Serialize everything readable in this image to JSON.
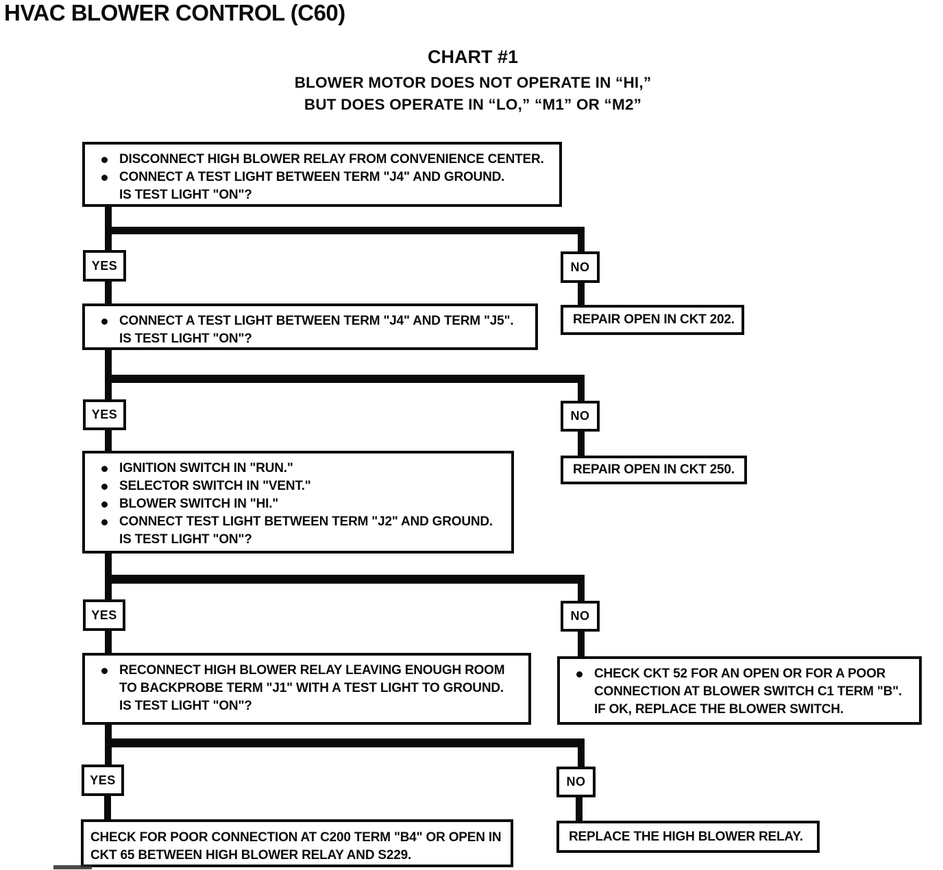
{
  "page_title": "HVAC BLOWER CONTROL (C60)",
  "chart_header": {
    "title": "CHART #1",
    "subtitle_line1": "BLOWER MOTOR DOES NOT OPERATE IN “HI,”",
    "subtitle_line2": "BUT DOES OPERATE IN “LO,” “M1” OR “M2”"
  },
  "labels": {
    "yes": "YES",
    "no": "NO"
  },
  "nodes": {
    "step1": {
      "bullets": [
        "DISCONNECT HIGH BLOWER RELAY FROM CONVENIENCE CENTER.",
        "CONNECT A TEST LIGHT BETWEEN TERM \"J4\" AND GROUND."
      ],
      "question": "IS TEST LIGHT \"ON\"?"
    },
    "step2": {
      "bullets": [
        "CONNECT A TEST LIGHT BETWEEN TERM \"J4\" AND TERM \"J5\"."
      ],
      "question": "IS TEST LIGHT \"ON\"?"
    },
    "step3": {
      "bullets": [
        "IGNITION SWITCH IN \"RUN.\"",
        "SELECTOR SWITCH IN \"VENT.\"",
        "BLOWER SWITCH IN \"HI.\"",
        "CONNECT TEST LIGHT BETWEEN TERM \"J2\" AND GROUND."
      ],
      "question": "IS TEST LIGHT \"ON\"?"
    },
    "step4": {
      "bullets": [
        "RECONNECT HIGH BLOWER RELAY LEAVING ENOUGH ROOM TO BACKPROBE TERM \"J1\" WITH A TEST LIGHT TO GROUND."
      ],
      "question": "IS TEST LIGHT \"ON\"?"
    },
    "repair_ckt202": "REPAIR OPEN IN CKT 202.",
    "repair_ckt250": "REPAIR OPEN IN CKT 250.",
    "check_ckt52": "CHECK CKT 52 FOR AN OPEN OR FOR A POOR CONNECTION AT BLOWER SWITCH C1 TERM \"B\". IF OK, REPLACE THE BLOWER SWITCH.",
    "check_c200": "CHECK FOR POOR CONNECTION AT C200 TERM \"B4\" OR OPEN IN CKT 65 BETWEEN HIGH BLOWER RELAY AND S229.",
    "replace_relay": "REPLACE THE HIGH BLOWER RELAY."
  }
}
